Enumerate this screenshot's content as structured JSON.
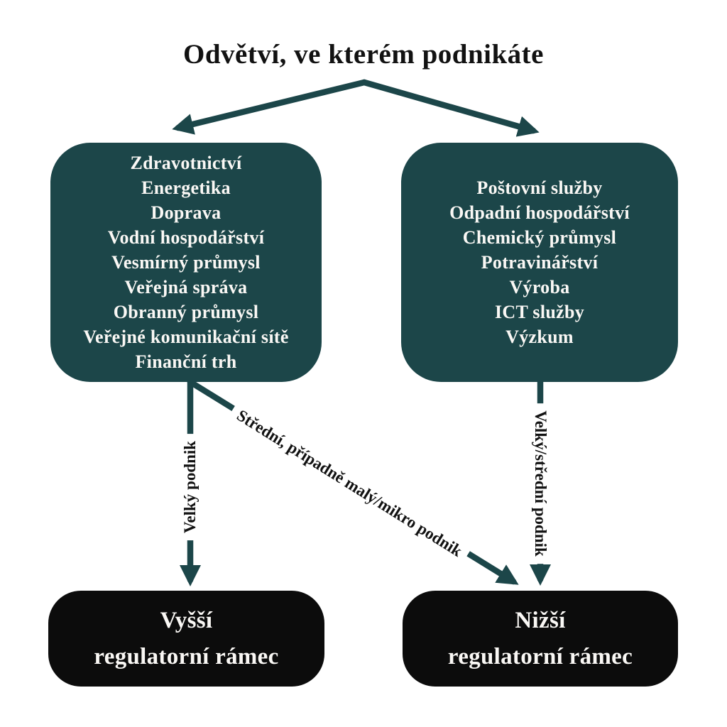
{
  "title": "Odvětví, ve kterém podnikáte",
  "colors": {
    "teal": "#1c4649",
    "box_black": "#0c0c0c",
    "text_light": "#faf8f5",
    "text_dark": "#121212",
    "background": "#ffffff"
  },
  "sector_groups": {
    "left": {
      "items": [
        "Zdravotnictví",
        "Energetika",
        "Doprava",
        "Vodní hospodářství",
        "Vesmírný průmysl",
        "Veřejná správa",
        "Obranný průmysl",
        "Veřejné komunikační sítě",
        "Finanční trh"
      ]
    },
    "right": {
      "items": [
        "Poštovní služby",
        "Odpadní hospodářství",
        "Chemický průmysl",
        "Potravinářství",
        "Výroba",
        "ICT služby",
        "Výzkum"
      ]
    }
  },
  "arrow_labels": {
    "left_vertical": "Velký podnik",
    "diagonal": "Střední, případně malý/mikro podnik",
    "right_vertical": "Velký/střední podnik"
  },
  "outcomes": {
    "higher": {
      "line1": "Vyšší",
      "line2": "regulatorní rámec"
    },
    "lower": {
      "line1": "Nižší",
      "line2": "regulatorní rámec"
    }
  }
}
